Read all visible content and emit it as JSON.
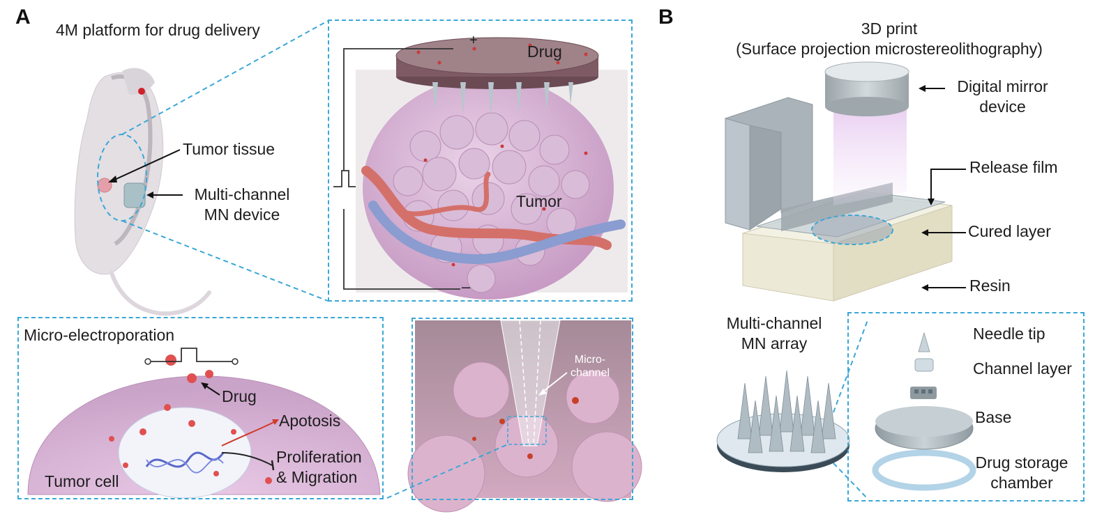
{
  "panel_a": {
    "letter": "A",
    "title": "4M platform for drug delivery",
    "labels": {
      "tumor_tissue": "Tumor tissue",
      "mn_device_line1": "Multi-channel",
      "mn_device_line2": "MN device",
      "drug_top": "Drug",
      "tumor": "Tumor",
      "plus": "+",
      "minus": "–"
    },
    "micro_electroporation": {
      "title": "Micro-electroporation",
      "drug": "Drug",
      "apotosis": "Apotosis",
      "proliferation_line1": "Proliferation",
      "proliferation_line2": "& Migration",
      "tumor_cell": "Tumor cell",
      "micro_channel_line1": "Micro-",
      "micro_channel_line2": "channel"
    }
  },
  "panel_b": {
    "letter": "B",
    "title_line1": "3D print",
    "title_line2": "(Surface projection microstereolithography)",
    "labels": {
      "dmd_line1": "Digital mirror",
      "dmd_line2": "device",
      "release_film": "Release film",
      "cured_layer": "Cured layer",
      "resin": "Resin",
      "mn_array_line1": "Multi-channel",
      "mn_array_line2": "MN array",
      "needle_tip": "Needle tip",
      "channel_layer": "Channel layer",
      "base": "Base",
      "drug_storage_line1": "Drug storage",
      "drug_storage_line2": "chamber"
    }
  },
  "colors": {
    "accent_dashed": "#3aa7d6",
    "tumor_pink": "#d8b6d6",
    "artery_red": "#d4706a",
    "vein_blue": "#8a9cd0",
    "drug_red": "#e05050",
    "printer_gray": "#b9c2c8"
  }
}
